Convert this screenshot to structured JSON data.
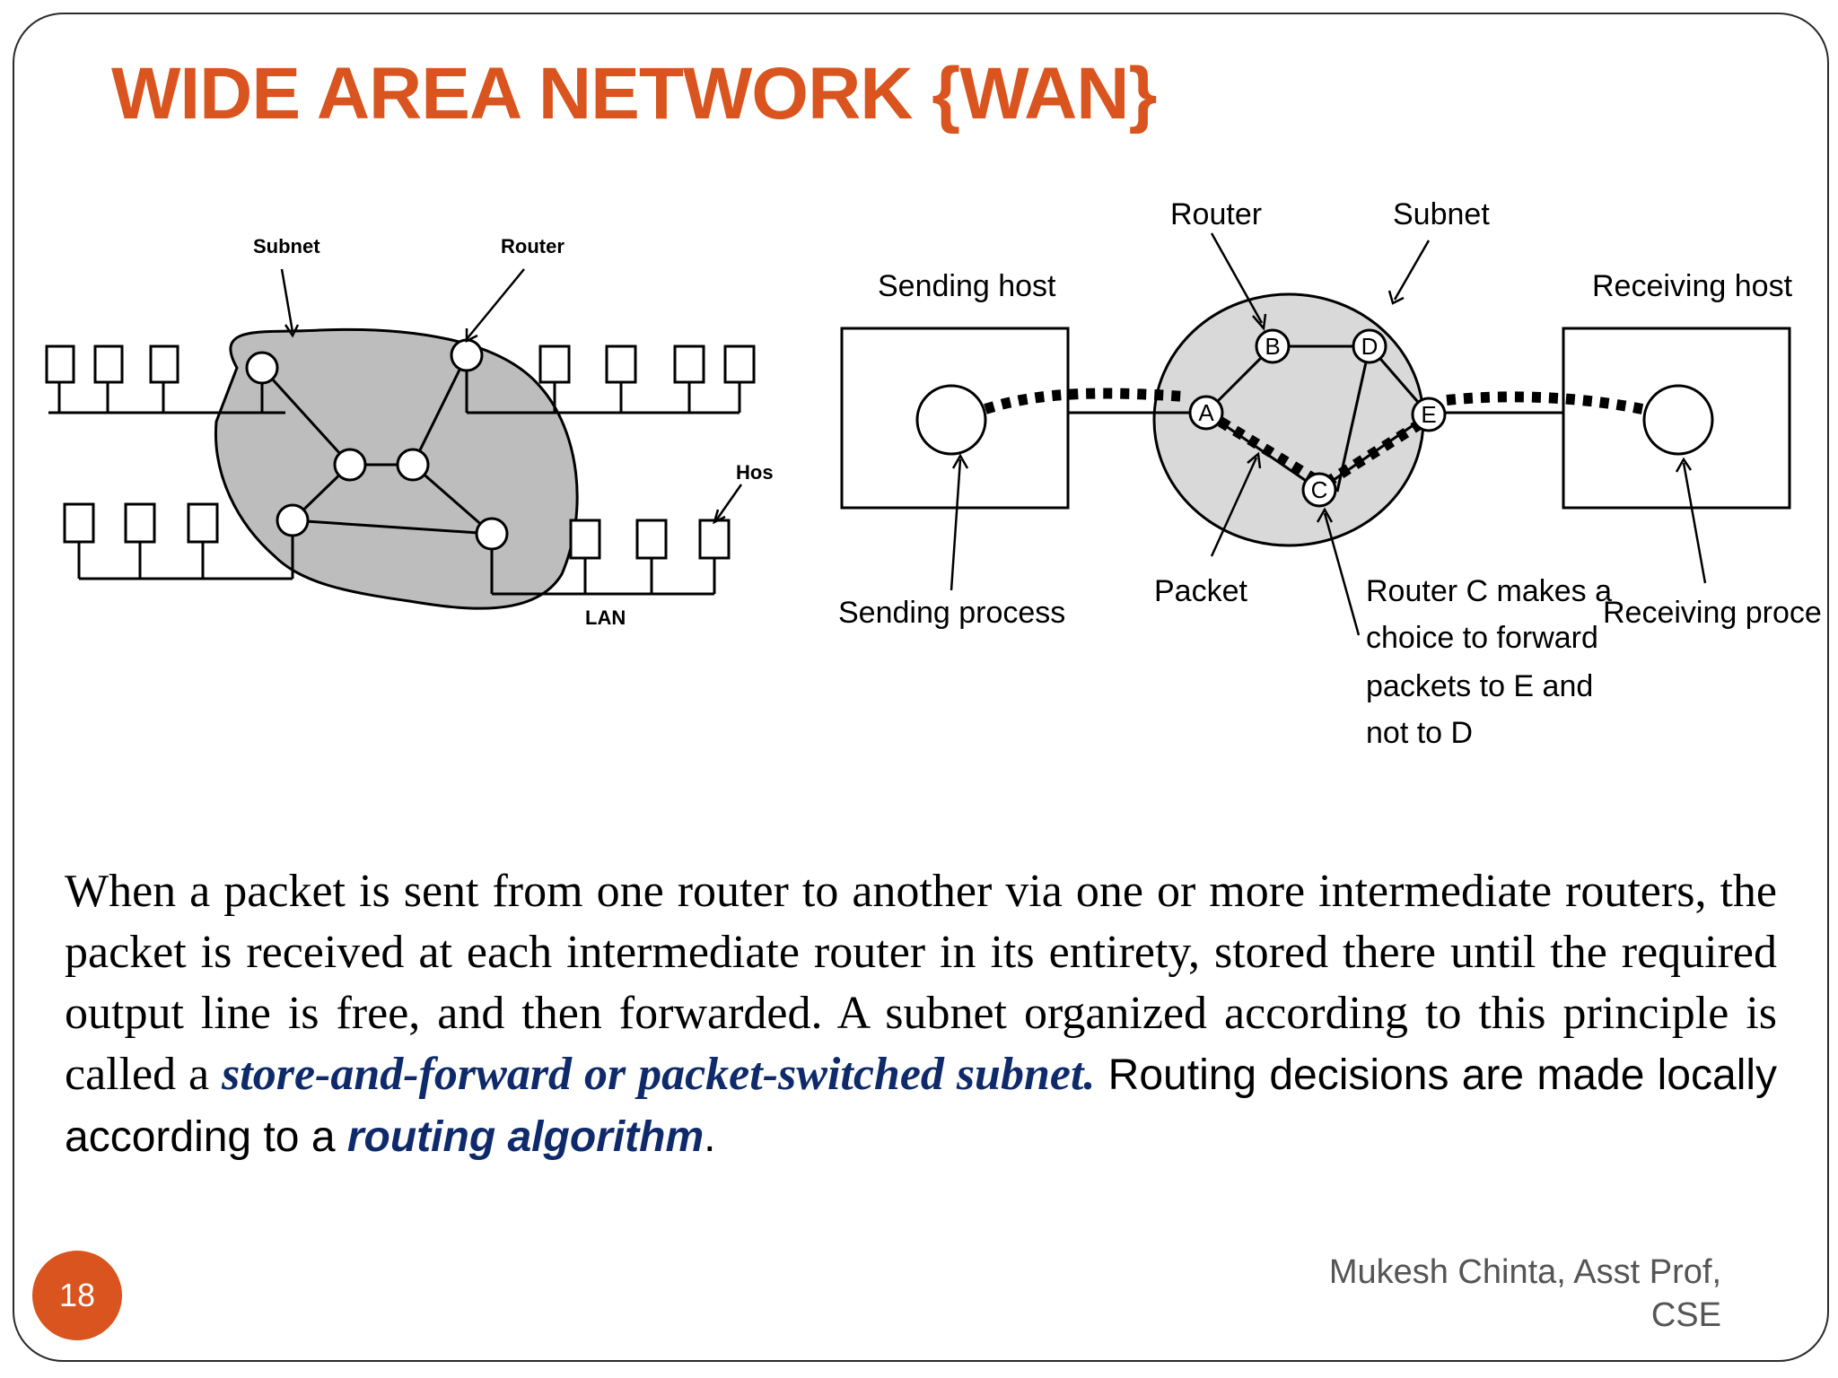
{
  "slide": {
    "title": "WIDE AREA NETWORK {WAN}",
    "number": "18",
    "author_line1": "Mukesh Chinta, Asst Prof,",
    "author_line2": "CSE"
  },
  "left_diagram": {
    "label_subnet": "Subnet",
    "label_router": "Router",
    "label_host": "Hos",
    "label_lan": "LAN"
  },
  "right_diagram": {
    "label_router": "Router",
    "label_subnet": "Subnet",
    "label_sending_host": "Sending host",
    "label_receiving_host": "Receiving host",
    "label_sending_process": "Sending process",
    "label_receiving_process": "Receiving process",
    "label_packet": "Packet",
    "note_line1": "Router C makes a",
    "note_line2": "choice to forward",
    "note_line3": "packets to E and",
    "note_line4": "not to D",
    "node_a": "A",
    "node_b": "B",
    "node_c": "C",
    "node_d": "D",
    "node_e": "E"
  },
  "paragraph": {
    "text_1": "When a packet is sent from one router to another via one or more intermediate routers, the packet is received at each intermediate router in its entirety, stored there until the required output line is free, and then forwarded. A subnet organized according to this principle is called a ",
    "term_1": "store-and-forward or packet-switched subnet.",
    "text_2": " Routing decisions are made locally according to a ",
    "term_2": "routing algorithm",
    "text_3": "."
  },
  "colors": {
    "title": "#d9541e",
    "emphasis": "#0f2a6b",
    "subnet_fill_left": "#bdbdbd",
    "subnet_fill_right": "#d9d9d9",
    "slide_number_bg": "#d9541e"
  }
}
